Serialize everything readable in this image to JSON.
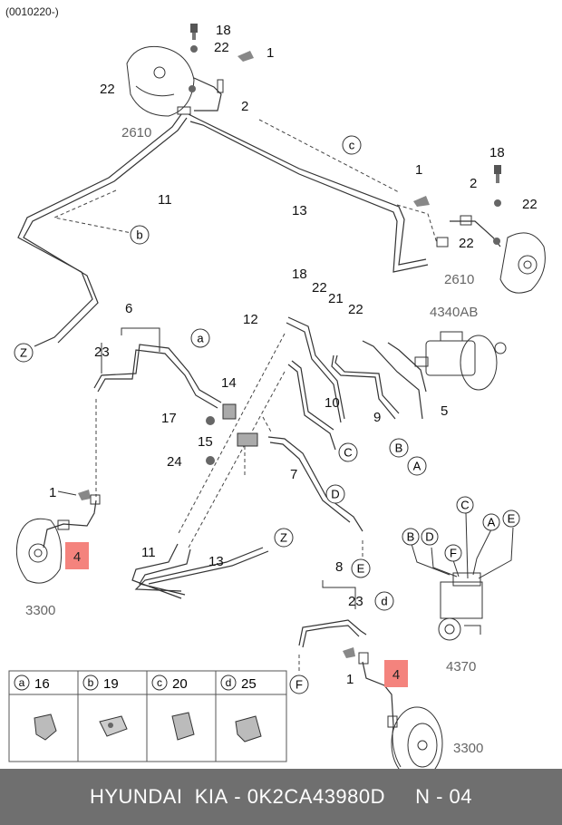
{
  "catalog_code": "(0010220-)",
  "footer": {
    "brand": "HYUNDAI  KIA",
    "separator": " - ",
    "part_number": "0K2CA43980D",
    "page_ref": "N - 04"
  },
  "callouts": {
    "n18": "18",
    "n22": "22",
    "n1": "1",
    "n2": "2",
    "n2610": "2610",
    "n11": "11",
    "n13": "13",
    "n6": "6",
    "n23": "23",
    "n12": "12",
    "n21": "21",
    "n14": "14",
    "n17": "17",
    "n15": "15",
    "n24": "24",
    "n10": "10",
    "n9": "9",
    "n5": "5",
    "n7": "7",
    "n3300": "3300",
    "n4": "4",
    "n8": "8",
    "n4340AB": "4340AB",
    "n4370": "4370"
  },
  "circle_letters": {
    "a": "a",
    "b": "b",
    "c": "c",
    "d": "d",
    "Z": "Z",
    "A": "A",
    "B": "B",
    "C": "C",
    "D": "D",
    "E": "E",
    "F": "F"
  },
  "legend": [
    {
      "key": "a",
      "part": "16"
    },
    {
      "key": "b",
      "part": "19"
    },
    {
      "key": "c",
      "part": "20"
    },
    {
      "key": "d",
      "part": "25"
    }
  ],
  "highlight_color": "#f4837d"
}
